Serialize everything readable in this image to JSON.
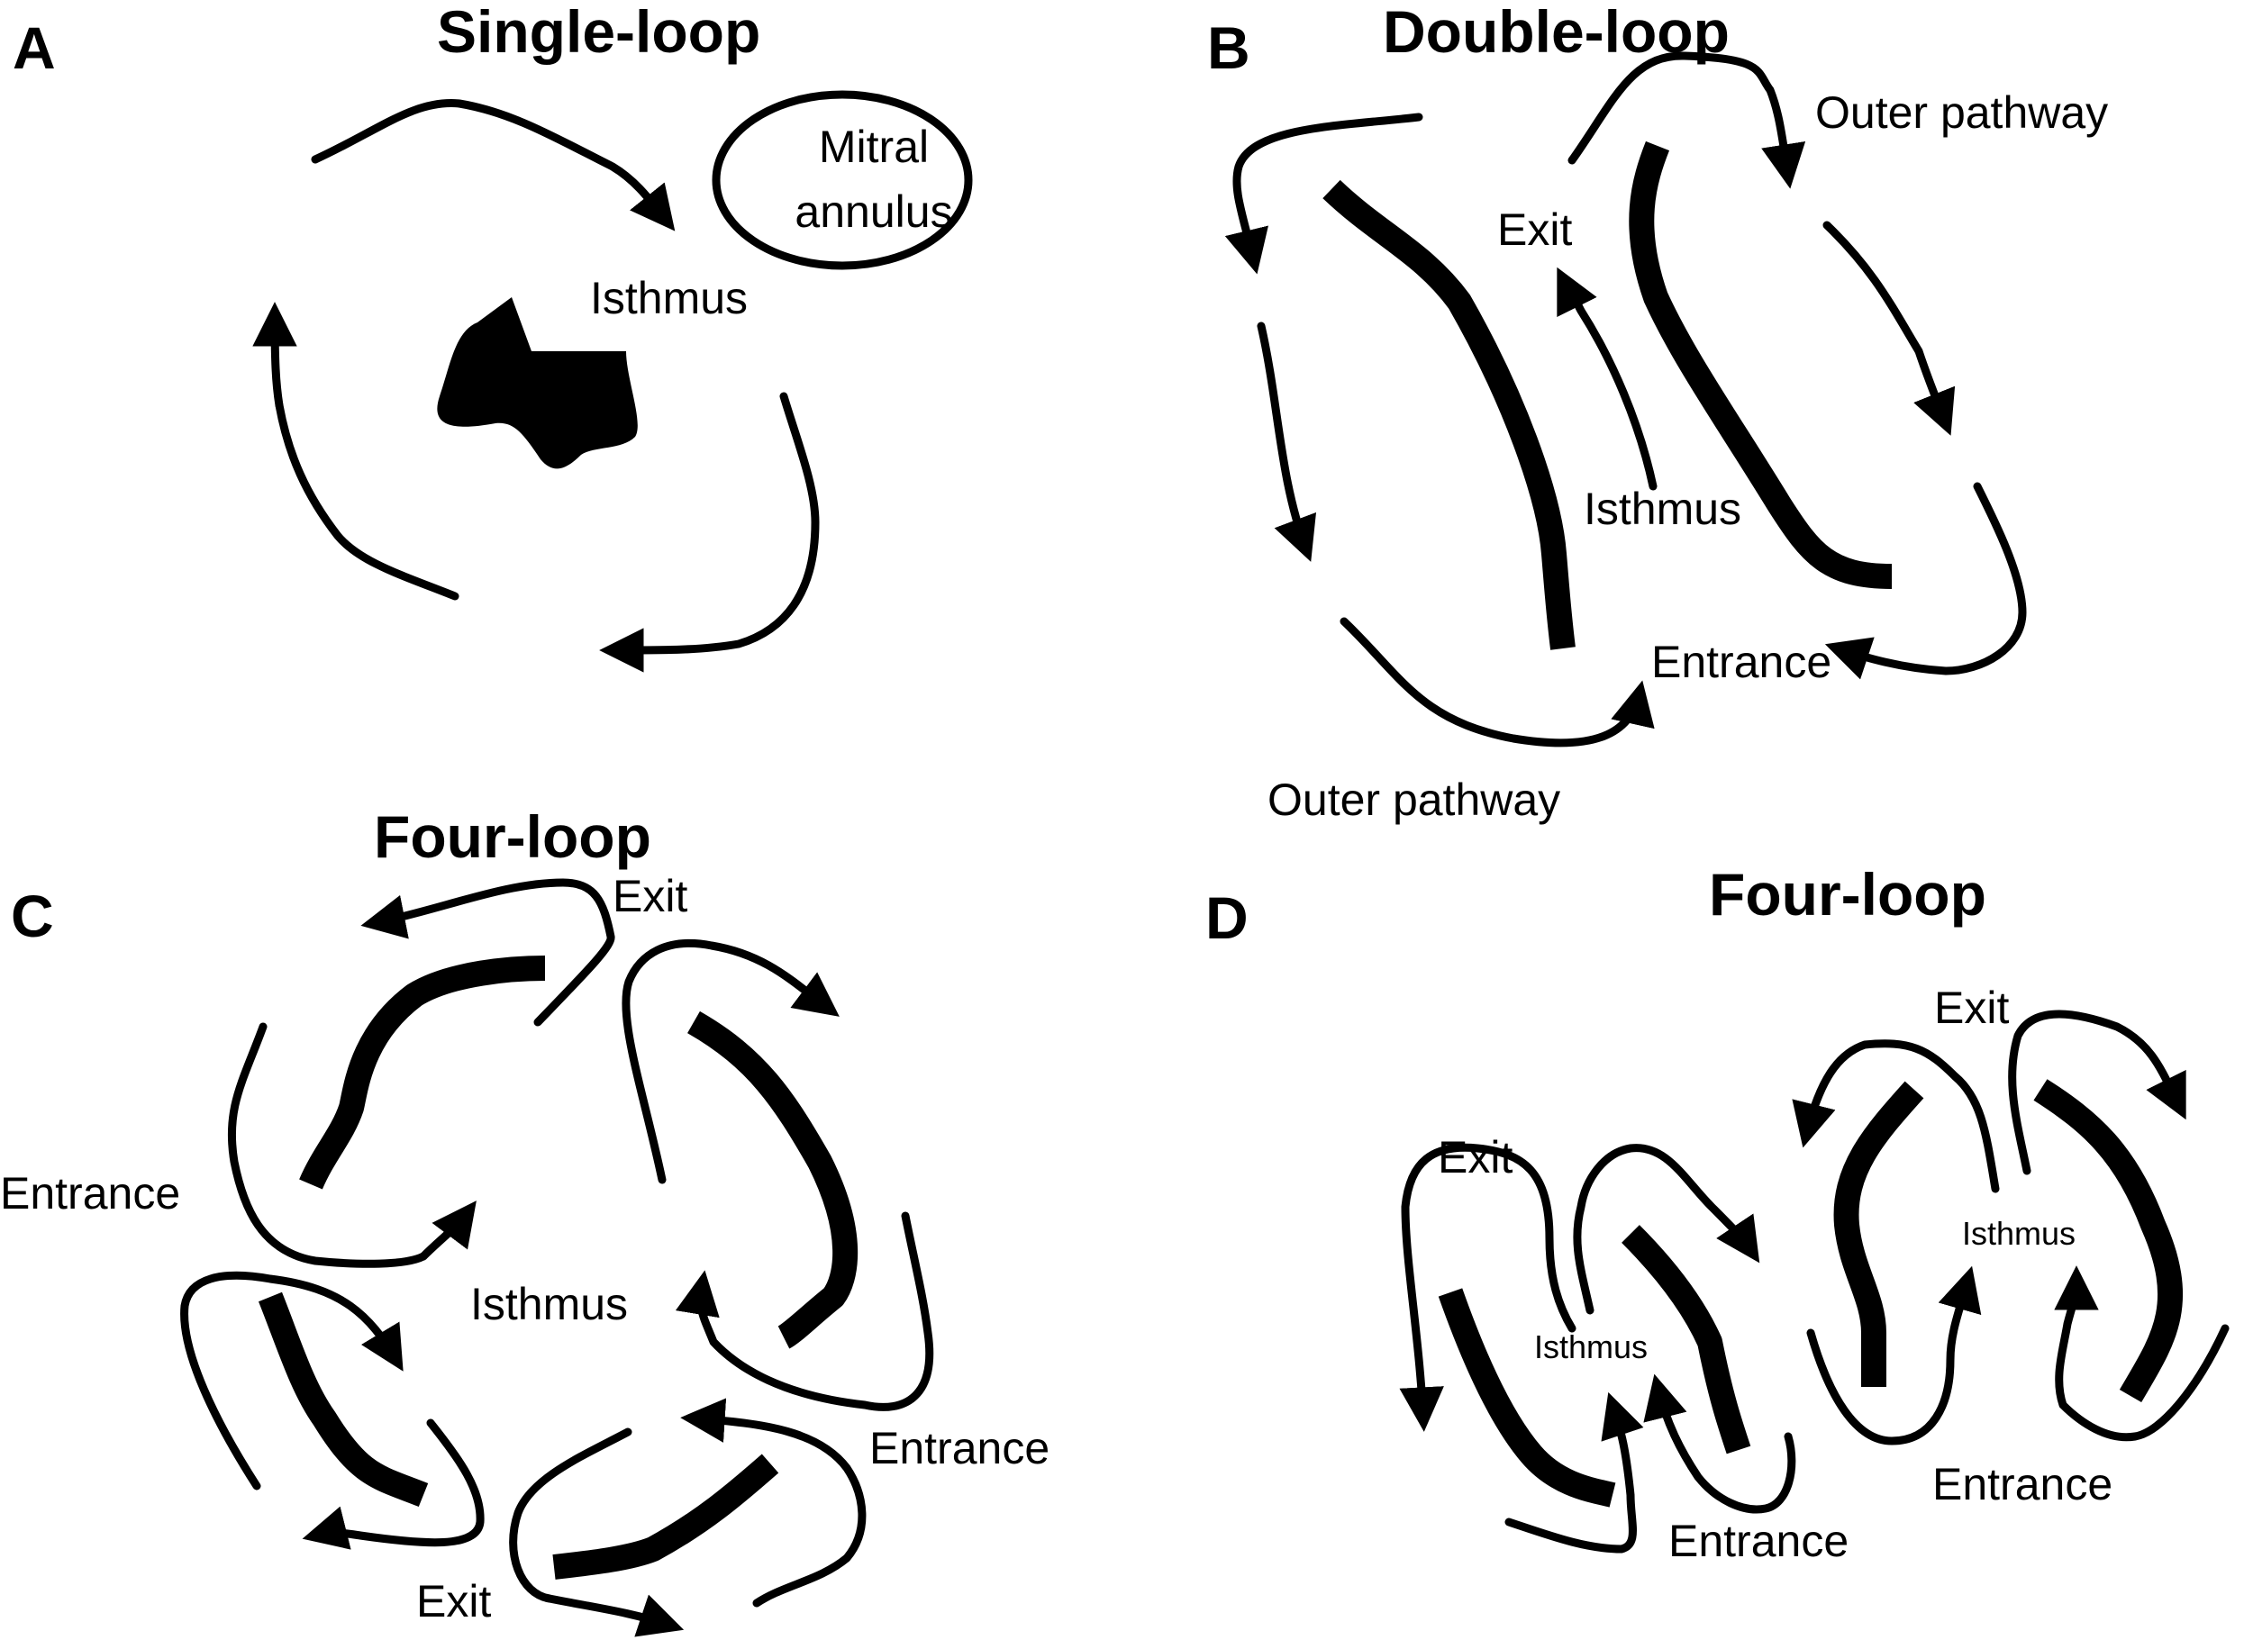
{
  "panels": {
    "a": {
      "letter": "A",
      "title": "Single-loop",
      "labels": {
        "mitral_line1": "Mitral",
        "mitral_line2": "annulus",
        "isthmus": "Isthmus"
      }
    },
    "b": {
      "letter": "B",
      "title": "Double-loop",
      "labels": {
        "outer_top": "Outer pathway",
        "exit": "Exit",
        "isthmus": "Isthmus",
        "entrance": "Entrance",
        "outer_bottom": "Outer pathway"
      }
    },
    "c": {
      "letter": "C",
      "title": "Four-loop",
      "labels": {
        "exit_top": "Exit",
        "entrance_left": "Entrance",
        "isthmus": "Isthmus",
        "entrance_right": "Entrance",
        "exit_bottom": "Exit"
      }
    },
    "d": {
      "letter": "D",
      "title": "Four-loop",
      "labels": {
        "exit_left": "Exit",
        "exit_right": "Exit",
        "isthmus_left": "Isthmus",
        "isthmus_right": "Isthmus",
        "entrance_left": "Entrance",
        "entrance_right": "Entrance"
      }
    }
  },
  "colors": {
    "ink": "#000000",
    "background": "#ffffff"
  }
}
